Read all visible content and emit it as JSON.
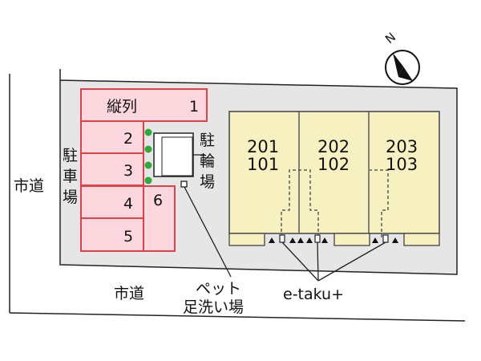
{
  "colors": {
    "lot_fill": "#e6e6e6",
    "parking_fill": "#fcd7de",
    "parking_border": "#e0404a",
    "building_fill": "#f7f1c2",
    "shrub_green": "#2eaa3a"
  },
  "north_label": "N",
  "city_road_left": "市道",
  "city_road_bottom": "市道",
  "parking_label_chars": [
    "駐",
    "車",
    "場"
  ],
  "bicycle_parking_chars": [
    "駐",
    "輪",
    "場"
  ],
  "parking_spaces": [
    {
      "label": "縦列",
      "number": "1"
    },
    {
      "number": "2"
    },
    {
      "number": "3"
    },
    {
      "number": "4"
    },
    {
      "number": "5"
    },
    {
      "number": "6"
    }
  ],
  "units": [
    {
      "upper": "201",
      "lower": "101"
    },
    {
      "upper": "202",
      "lower": "102"
    },
    {
      "upper": "203",
      "lower": "103"
    }
  ],
  "pet_wash_line1": "ペット",
  "pet_wash_line2": "足洗い場",
  "delivery_box_label": "e-taku+",
  "icons": [
    "north-arrow-icon",
    "shrub-icon",
    "entrance-triangle-icon"
  ]
}
